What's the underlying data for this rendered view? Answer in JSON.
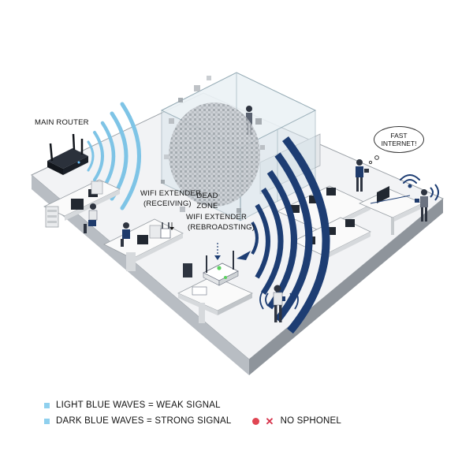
{
  "labels": {
    "main_router": "MAIN ROUTER",
    "extender_receiving_1": "WIFI EXTENDER",
    "extender_receiving_2": "(RECEIVING)",
    "dead_zone_1": "DEAD",
    "dead_zone_2": "ZONE",
    "extender_rebroadcasting_1": "WIFI EXTENDER",
    "extender_rebroadcasting_2": "(REBROADSTING)",
    "bubble_1": "FAST",
    "bubble_2": "INTERNET!"
  },
  "legend": {
    "weak": "LIGHT BLUE WAVES = WEAK SIGNAL",
    "strong": "DARK BLUE WAVES = STRONG SIGNAL",
    "no_phone": "NO SPHONEL"
  },
  "colors": {
    "weak_wave": "#7ec4e6",
    "strong_wave": "#1d3d73",
    "floor": "#f2f3f5",
    "floor_side": "#8e949b",
    "glass": "#d9e6ec",
    "router": "#1a1f27",
    "no_dot": "#e04552",
    "legend_weak": "#8fd0ee",
    "legend_strong": "#8fd0ee"
  }
}
